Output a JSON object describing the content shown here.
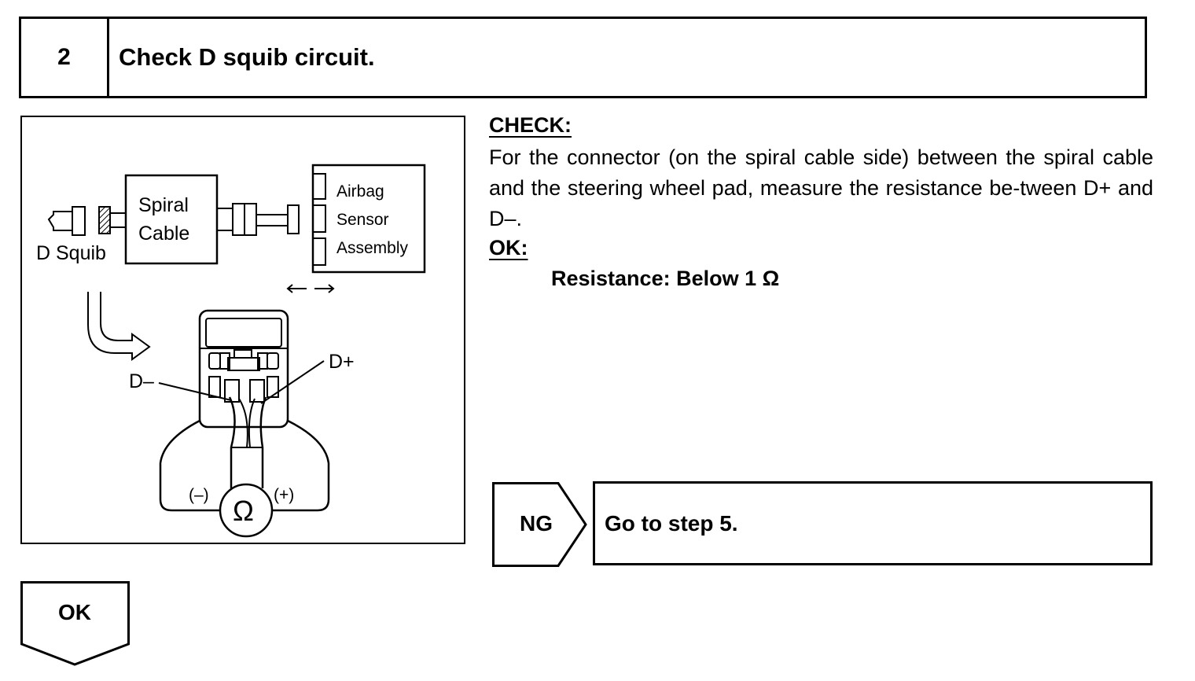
{
  "header": {
    "step_number": "2",
    "title": "Check D squib circuit."
  },
  "figure": {
    "spiral_line1": "Spiral",
    "spiral_line2": "Cable",
    "d_squib": "D Squib",
    "airbag": "Airbag",
    "sensor": "Sensor",
    "assembly": "Assembly",
    "d_minus": "D–",
    "d_plus": "D+",
    "meter_minus": "(–)",
    "meter_plus": "(+)",
    "meter_symbol": "Ω"
  },
  "check": {
    "heading": "CHECK:",
    "body": "For the connector (on the spiral cable side) between the spiral cable and the steering wheel pad, measure the resistance be-tween D+ and D–."
  },
  "ok_spec": {
    "heading": "OK:",
    "body": "Resistance: Below 1 Ω"
  },
  "ng_branch": {
    "label": "NG",
    "action": "Go to step 5."
  },
  "ok_branch": {
    "label": "OK"
  }
}
